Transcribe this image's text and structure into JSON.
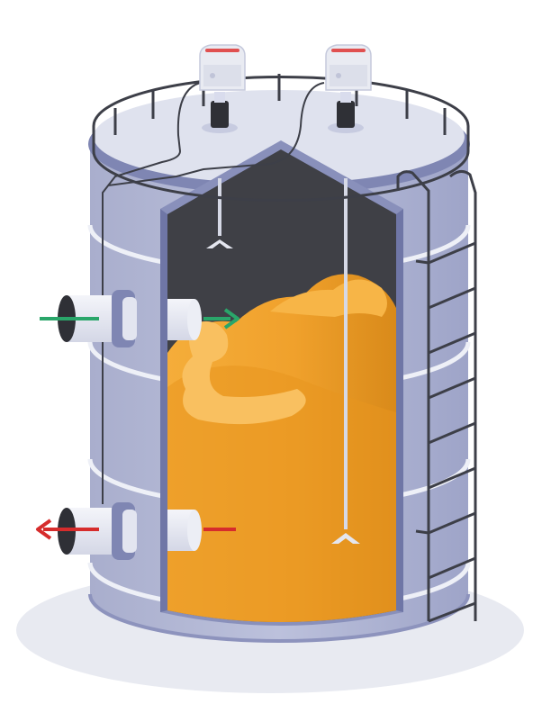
{
  "diagram": {
    "subject": "tank-with-radar-level-sensors",
    "colors": {
      "background": "#ffffff",
      "ground_shadow": "#e7e9f0",
      "shell_light": "#b2b7d3",
      "shell_mid": "#9da3c8",
      "shell_rim": "#7f86b3",
      "ring_band": "#eef0f7",
      "roof": "#dfe2ee",
      "handrail": "#3d3f48",
      "interior_dark": "#3f4046",
      "liquid": "#f0a12c",
      "liquid_light": "#f7b547",
      "liquid_dark": "#e08d1b",
      "splash": "#f9c060",
      "sensor_body": "#e9ebf2",
      "sensor_head": "#2f3036",
      "sensor_badge": "#e05050",
      "pipe": "#e7e9f3",
      "flange": "#7f86b3",
      "inlet_arrow": "#2aa66a",
      "outlet_arrow": "#d62c2c",
      "ladder": "#3d3f48"
    },
    "elements": {
      "sensors": [
        "left-radar-sensor",
        "right-radar-sensor"
      ],
      "probes": [
        "short-probe",
        "long-probe"
      ],
      "pipes": [
        "inlet-pipe",
        "outlet-pipe"
      ],
      "flow": {
        "inlet": "into-tank",
        "outlet": "out-of-tank"
      }
    }
  }
}
